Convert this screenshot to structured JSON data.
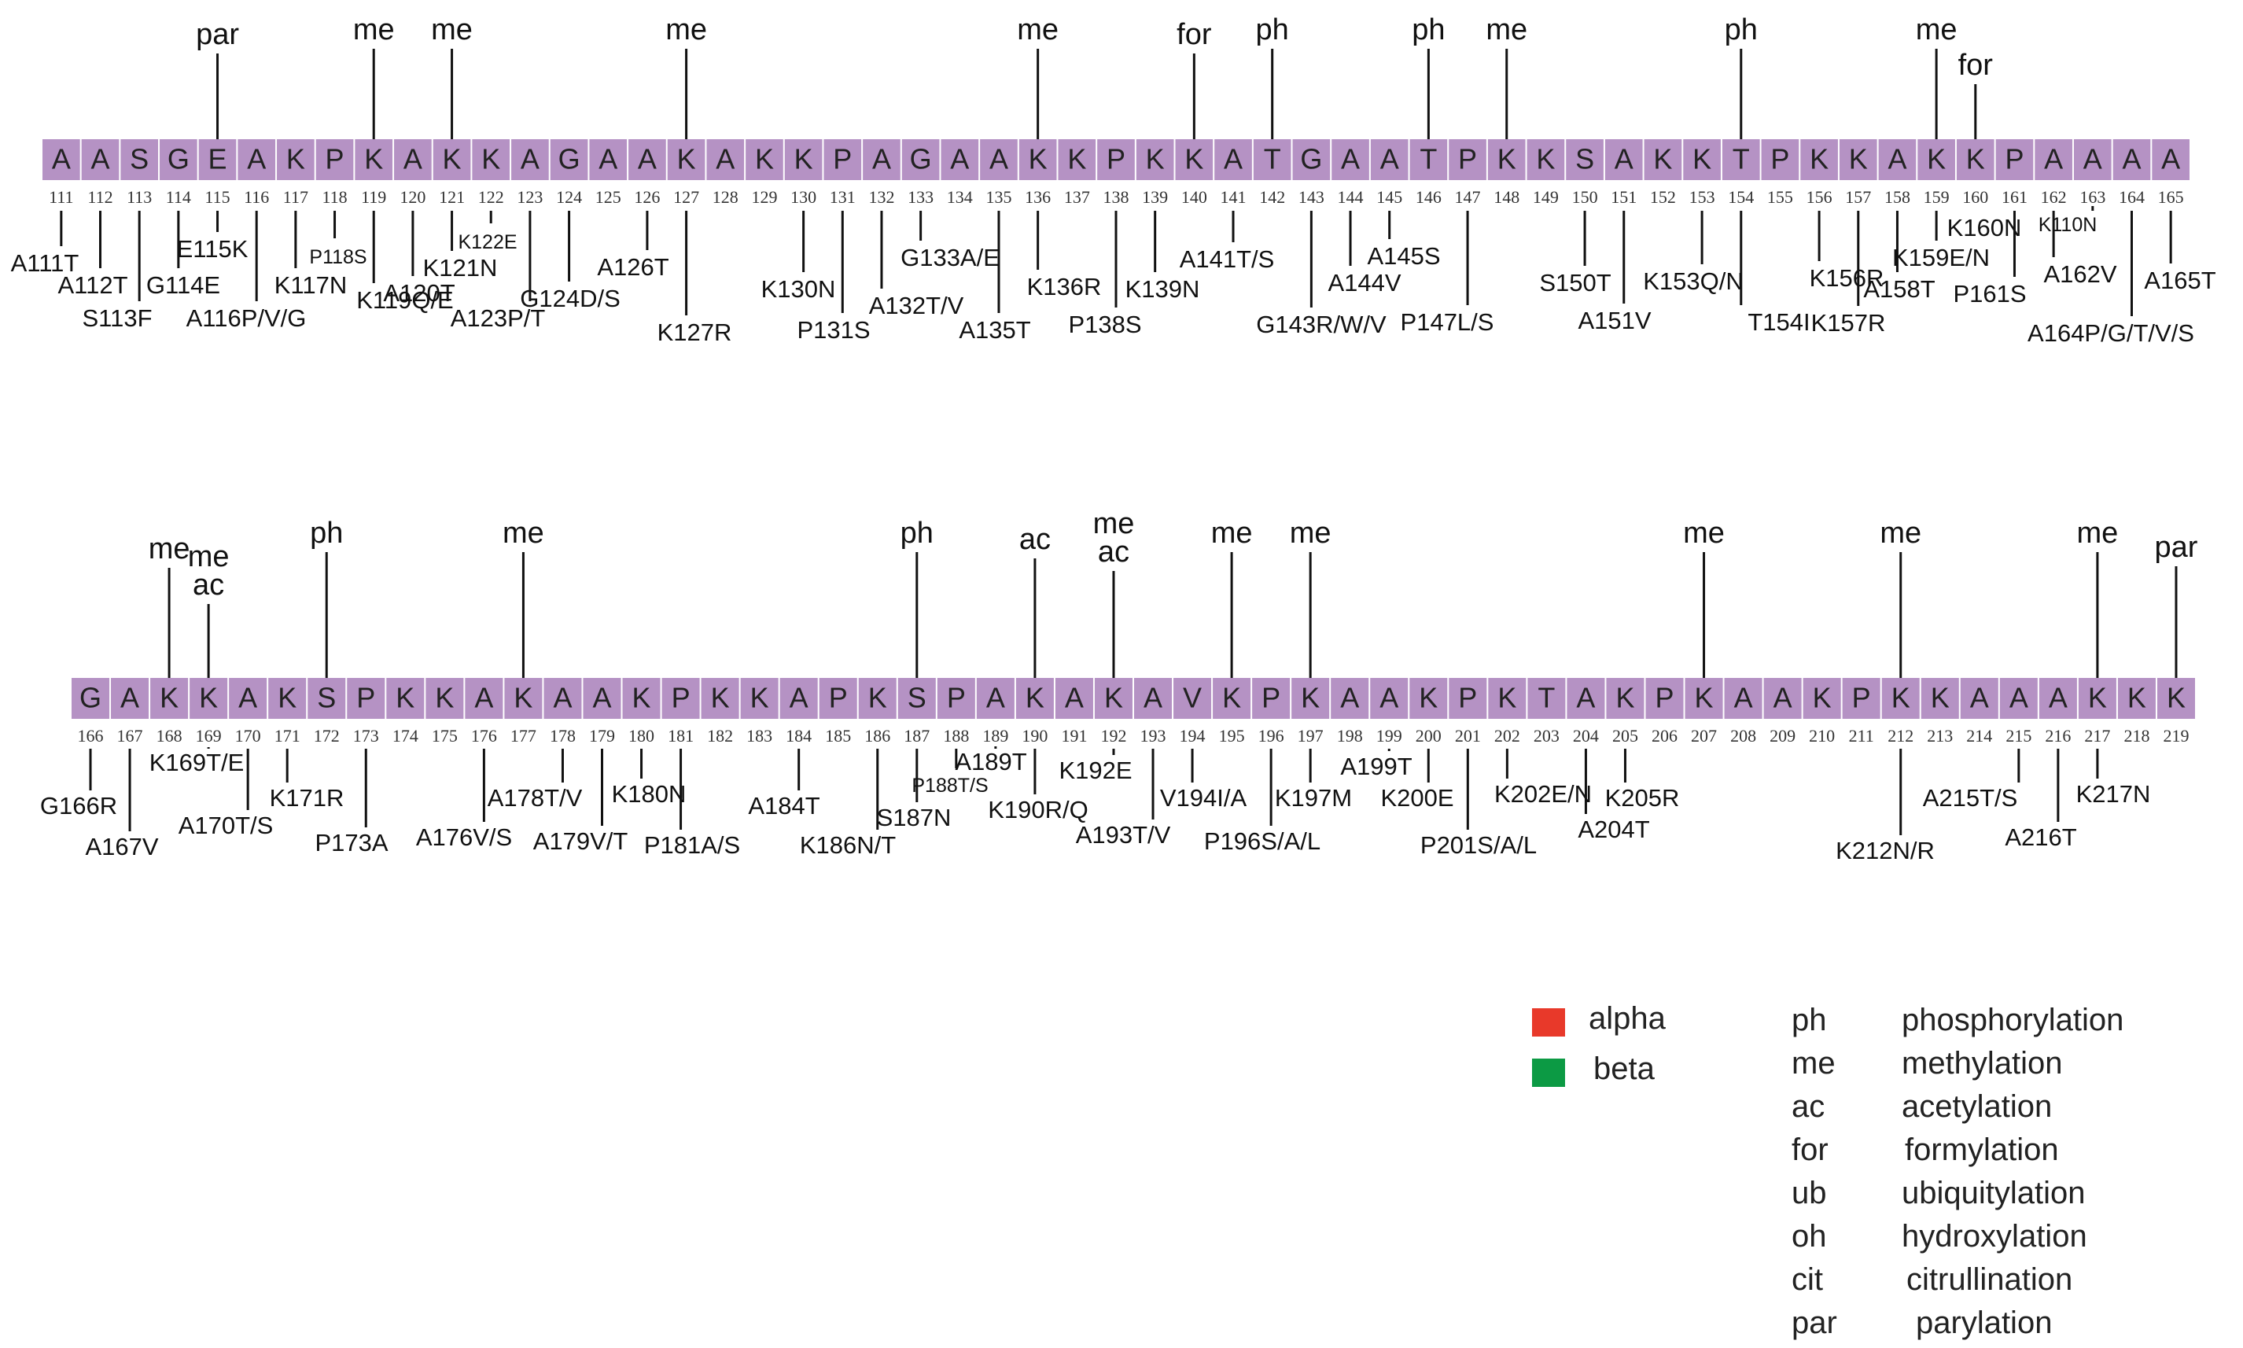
{
  "row1": {
    "residues": [
      "A",
      "A",
      "S",
      "G",
      "E",
      "A",
      "K",
      "P",
      "K",
      "A",
      "K",
      "K",
      "A",
      "G",
      "A",
      "A",
      "K",
      "A",
      "K",
      "K",
      "P",
      "A",
      "G",
      "A",
      "A",
      "K",
      "K",
      "P",
      "K",
      "K",
      "A",
      "T",
      "G",
      "A",
      "A",
      "T",
      "P",
      "K",
      "K",
      "S",
      "A",
      "K",
      "K",
      "T",
      "P",
      "K",
      "K",
      "A",
      "K",
      "K",
      "P",
      "A",
      "A",
      "A",
      "A"
    ],
    "start": 111,
    "numbers": [
      "111",
      "112",
      "113",
      "114",
      "115",
      "116",
      "117",
      "118",
      "119",
      "120",
      "121",
      "122",
      "123",
      "124",
      "125",
      "126",
      "127",
      "128",
      "129",
      "130",
      "131",
      "132",
      "133",
      "134",
      "135",
      "136",
      "137",
      "138",
      "139",
      "140",
      "141",
      "142",
      "143",
      "144",
      "145",
      "146",
      "147",
      "148",
      "149",
      "150",
      "151",
      "152",
      "153",
      "154",
      "155",
      "156",
      "157",
      "158",
      "159",
      "160",
      "161",
      "162",
      "163",
      "164",
      "165"
    ],
    "modifications": [
      {
        "pos": 115,
        "labels": [
          "par"
        ]
      },
      {
        "pos": 119,
        "labels": [
          "me"
        ]
      },
      {
        "pos": 121,
        "labels": [
          "me"
        ]
      },
      {
        "pos": 127,
        "labels": [
          "me"
        ]
      },
      {
        "pos": 136,
        "labels": [
          "me"
        ]
      },
      {
        "pos": 140,
        "labels": [
          "for"
        ]
      },
      {
        "pos": 142,
        "labels": [
          "ph"
        ]
      },
      {
        "pos": 146,
        "labels": [
          "ph"
        ]
      },
      {
        "pos": 148,
        "labels": [
          "me"
        ]
      },
      {
        "pos": 154,
        "labels": [
          "ph"
        ]
      },
      {
        "pos": 159,
        "labels": [
          "me"
        ]
      },
      {
        "pos": 160,
        "labels": [
          "for"
        ]
      }
    ],
    "mutations": [
      {
        "pos": 111,
        "label": "A111T"
      },
      {
        "pos": 112,
        "label": "A112T"
      },
      {
        "pos": 113,
        "label": "S113F"
      },
      {
        "pos": 114,
        "label": "G114E"
      },
      {
        "pos": 115,
        "label": "E115K"
      },
      {
        "pos": 116,
        "label": "A116P/V/G"
      },
      {
        "pos": 117,
        "label": "K117N"
      },
      {
        "pos": 118,
        "label": "P118S",
        "small": true
      },
      {
        "pos": 119,
        "label": "K119Q/E"
      },
      {
        "pos": 120,
        "label": "A120T"
      },
      {
        "pos": 121,
        "label": "K121N"
      },
      {
        "pos": 122,
        "label": "K122E",
        "small": true
      },
      {
        "pos": 123,
        "label": "A123P/T"
      },
      {
        "pos": 124,
        "label": "G124D/S"
      },
      {
        "pos": 126,
        "label": "A126T"
      },
      {
        "pos": 127,
        "label": "K127R"
      },
      {
        "pos": 130,
        "label": "K130N"
      },
      {
        "pos": 131,
        "label": "P131S"
      },
      {
        "pos": 132,
        "label": "A132T/V"
      },
      {
        "pos": 133,
        "label": "G133A/E"
      },
      {
        "pos": 135,
        "label": "A135T"
      },
      {
        "pos": 136,
        "label": "K136R"
      },
      {
        "pos": 138,
        "label": "P138S"
      },
      {
        "pos": 139,
        "label": "K139N"
      },
      {
        "pos": 141,
        "label": "A141T/S"
      },
      {
        "pos": 143,
        "label": "G143R/W/V"
      },
      {
        "pos": 144,
        "label": "A144V"
      },
      {
        "pos": 145,
        "label": "A145S"
      },
      {
        "pos": 147,
        "label": "P147L/S"
      },
      {
        "pos": 150,
        "label": "S150T"
      },
      {
        "pos": 151,
        "label": "A151V"
      },
      {
        "pos": 153,
        "label": "K153Q/N"
      },
      {
        "pos": 154,
        "label": "T154I"
      },
      {
        "pos": 156,
        "label": "K156R"
      },
      {
        "pos": 157,
        "label": "K157R"
      },
      {
        "pos": 158,
        "label": "A158T"
      },
      {
        "pos": 159,
        "label": "K159E/N"
      },
      {
        "pos": 160,
        "label": "K160N"
      },
      {
        "pos": 161,
        "label": "P161S"
      },
      {
        "pos": 162,
        "label": "A162V"
      },
      {
        "pos": 163,
        "label": "K110N",
        "small": true
      },
      {
        "pos": 164,
        "label": "A164P/G/T/V/S"
      },
      {
        "pos": 165,
        "label": "A165T"
      }
    ]
  },
  "row2": {
    "residues": [
      "G",
      "A",
      "K",
      "K",
      "A",
      "K",
      "S",
      "P",
      "K",
      "K",
      "A",
      "K",
      "A",
      "A",
      "K",
      "P",
      "K",
      "K",
      "A",
      "P",
      "K",
      "S",
      "P",
      "A",
      "K",
      "A",
      "K",
      "A",
      "V",
      "K",
      "P",
      "K",
      "A",
      "A",
      "K",
      "P",
      "K",
      "T",
      "A",
      "K",
      "P",
      "K",
      "A",
      "A",
      "K",
      "P",
      "K",
      "K",
      "A",
      "A",
      "A",
      "K",
      "K",
      "K"
    ],
    "start": 166,
    "numbers": [
      "166",
      "167",
      "168",
      "169",
      "170",
      "171",
      "172",
      "173",
      "174",
      "175",
      "176",
      "177",
      "178",
      "179",
      "180",
      "181",
      "182",
      "183",
      "184",
      "185",
      "186",
      "187",
      "188",
      "189",
      "190",
      "191",
      "192",
      "193",
      "194",
      "195",
      "196",
      "197",
      "198",
      "199",
      "200",
      "201",
      "202",
      "203",
      "204",
      "205",
      "206",
      "207",
      "208",
      "209",
      "210",
      "211",
      "212",
      "213",
      "214",
      "215",
      "216",
      "217",
      "218",
      "219"
    ],
    "modifications": [
      {
        "pos": 168,
        "labels": [
          "me"
        ]
      },
      {
        "pos": 169,
        "labels": [
          "me",
          "ac"
        ]
      },
      {
        "pos": 172,
        "labels": [
          "ph"
        ]
      },
      {
        "pos": 177,
        "labels": [
          "me"
        ]
      },
      {
        "pos": 187,
        "labels": [
          "ph"
        ]
      },
      {
        "pos": 190,
        "labels": [
          "ac"
        ]
      },
      {
        "pos": 192,
        "labels": [
          "me",
          "ac"
        ]
      },
      {
        "pos": 195,
        "labels": [
          "me"
        ]
      },
      {
        "pos": 197,
        "labels": [
          "me"
        ]
      },
      {
        "pos": 207,
        "labels": [
          "me"
        ]
      },
      {
        "pos": 212,
        "labels": [
          "me"
        ]
      },
      {
        "pos": 217,
        "labels": [
          "me"
        ]
      },
      {
        "pos": 219,
        "labels": [
          "par"
        ]
      }
    ],
    "mutations": [
      {
        "pos": 166,
        "label": "G166R"
      },
      {
        "pos": 167,
        "label": "A167V"
      },
      {
        "pos": 169,
        "label": "K169T/E"
      },
      {
        "pos": 170,
        "label": "A170T/S"
      },
      {
        "pos": 171,
        "label": "K171R"
      },
      {
        "pos": 173,
        "label": "P173A"
      },
      {
        "pos": 176,
        "label": "A176V/S"
      },
      {
        "pos": 178,
        "label": "A178T/V"
      },
      {
        "pos": 179,
        "label": "A179V/T"
      },
      {
        "pos": 180,
        "label": "K180N"
      },
      {
        "pos": 181,
        "label": "P181A/S"
      },
      {
        "pos": 184,
        "label": "A184T"
      },
      {
        "pos": 186,
        "label": "K186N/T"
      },
      {
        "pos": 187,
        "label": "S187N"
      },
      {
        "pos": 188,
        "label": "P188T/S",
        "small": true
      },
      {
        "pos": 189,
        "label": "A189T"
      },
      {
        "pos": 190,
        "label": "K190R/Q"
      },
      {
        "pos": 192,
        "label": "K192E"
      },
      {
        "pos": 193,
        "label": "A193T/V"
      },
      {
        "pos": 194,
        "label": "V194I/A"
      },
      {
        "pos": 196,
        "label": "P196S/A/L"
      },
      {
        "pos": 197,
        "label": "K197M"
      },
      {
        "pos": 199,
        "label": "A199T"
      },
      {
        "pos": 200,
        "label": "K200E"
      },
      {
        "pos": 201,
        "label": "P201S/A/L"
      },
      {
        "pos": 202,
        "label": "K202E/N"
      },
      {
        "pos": 204,
        "label": "A204T"
      },
      {
        "pos": 205,
        "label": "K205R"
      },
      {
        "pos": 212,
        "label": "K212N/R"
      },
      {
        "pos": 215,
        "label": "A215T/S"
      },
      {
        "pos": 216,
        "label": "A216T"
      },
      {
        "pos": 217,
        "label": "K217N"
      }
    ]
  },
  "legend": {
    "colors": [
      {
        "label": "alpha",
        "color": "#e8392a"
      },
      {
        "label": "beta",
        "color": "#0c9a44"
      }
    ],
    "abbreviations": [
      {
        "abbr": "ph",
        "meaning": "phosphorylation"
      },
      {
        "abbr": "me",
        "meaning": "methylation"
      },
      {
        "abbr": "ac",
        "meaning": "acetylation"
      },
      {
        "abbr": "for",
        "meaning": "formylation"
      },
      {
        "abbr": "ub",
        "meaning": "ubiquitylation"
      },
      {
        "abbr": "oh",
        "meaning": "hydroxylation"
      },
      {
        "abbr": "cit",
        "meaning": "citrullination"
      },
      {
        "abbr": "par",
        "meaning": "parylation"
      }
    ]
  },
  "residue_color": "#b592c4"
}
